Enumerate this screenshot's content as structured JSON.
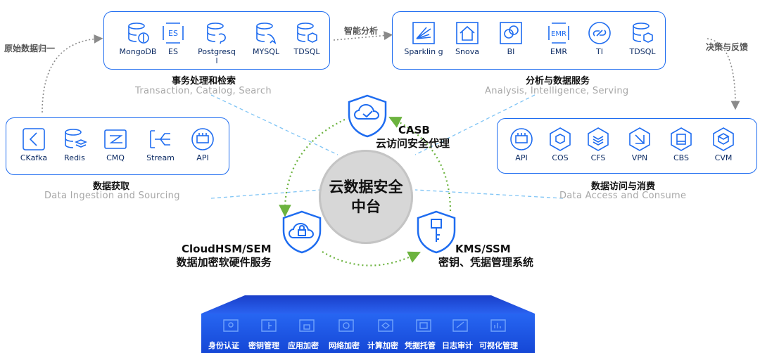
{
  "labels": {
    "left_arrow": "原始数据归一",
    "top_arrow": "智能分析",
    "right_arrow": "决策与反馈"
  },
  "top_left_box": {
    "items": [
      "MongoDB",
      "ES",
      "Postgresql",
      "MYSQL",
      "TDSQL"
    ],
    "title_cn": "事务处理和检索",
    "title_en": "Transaction, Catalog, Search"
  },
  "top_right_box": {
    "items": [
      "Sparklin g",
      "Snova",
      "BI",
      "EMR",
      "TI",
      "TDSQL"
    ],
    "icon_texts": {
      "emr": "EMR"
    },
    "title_cn": "分析与数据服务",
    "title_en": "Analysis, Intelligence, Serving"
  },
  "left_box": {
    "items": [
      "CKafka",
      "Redis",
      "CMQ",
      "Stream",
      "API"
    ],
    "title_cn": "数据获取",
    "title_en": "Data Ingestion and Sourcing"
  },
  "right_box": {
    "items": [
      "API",
      "COS",
      "CFS",
      "VPN",
      "CBS",
      "CVM"
    ],
    "title_cn": "数据访问与消费",
    "title_en": "Data Access and Consume"
  },
  "center": {
    "line1": "云数据安全",
    "line2": "中台"
  },
  "nodes": {
    "casb": {
      "line1": "CASB",
      "line2": "云访问安全代理"
    },
    "hsm": {
      "line1": "CloudHSM/SEM",
      "line2": "数据加密软硬件服务"
    },
    "kms": {
      "line1": "KMS/SSM",
      "line2": "密钥、凭据管理系统"
    }
  },
  "platform_items": [
    "身份认证",
    "密钥管理",
    "应用加密",
    "网络加密",
    "计算加密",
    "凭据托管",
    "日志审计",
    "可视化管理"
  ],
  "colors": {
    "accent": "#1e6cf0",
    "platform": "#1f54e6",
    "green_arrow": "#6cb33f",
    "dashed_line": "#7fc4f5",
    "subtitle_gray": "#a7a7a7"
  }
}
